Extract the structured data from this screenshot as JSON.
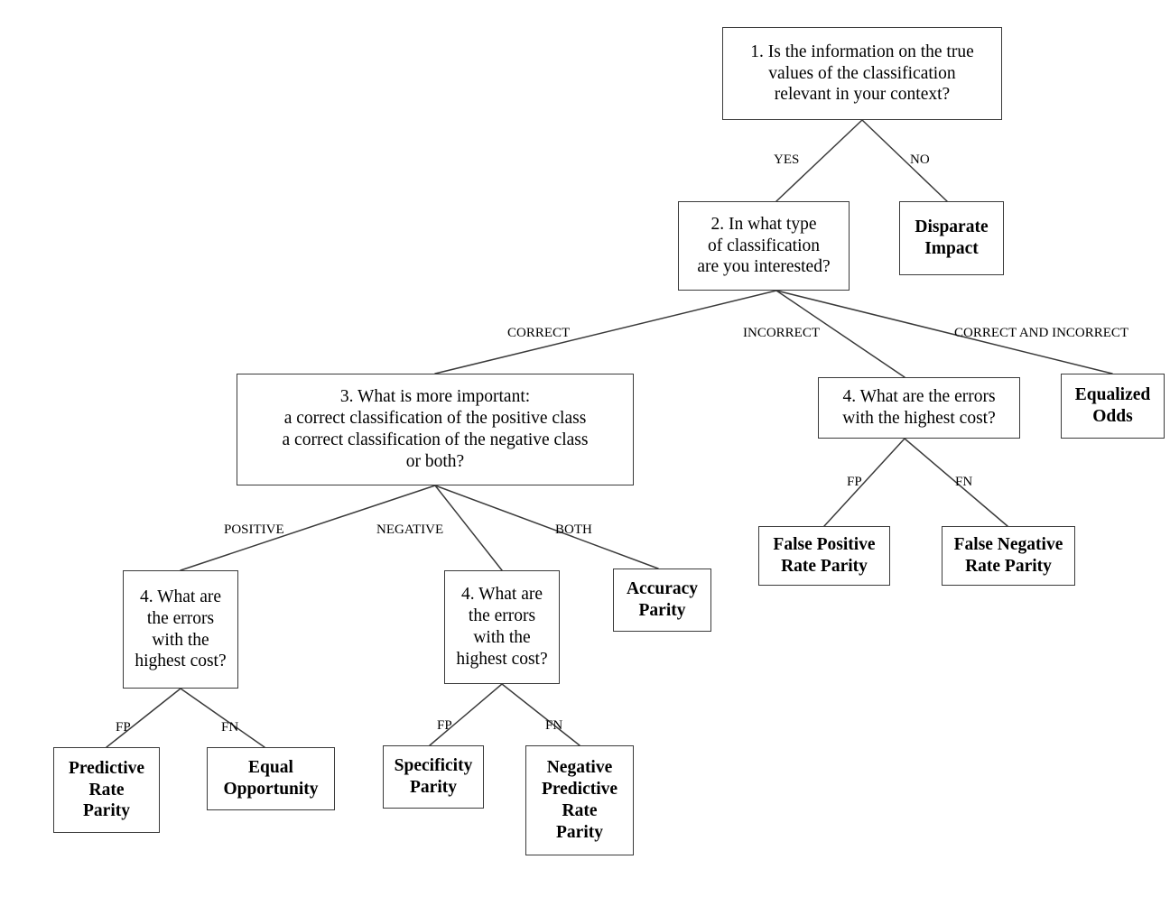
{
  "diagram": {
    "title": "Fairness metric selection decision tree",
    "stroke_color": "#3a3a3a",
    "background": "#ffffff",
    "nodes": [
      {
        "id": "q1",
        "kind": "question",
        "text": "1. Is the information on the true\nvalues of the classification\nrelevant in your context?"
      },
      {
        "id": "q2",
        "kind": "question",
        "text": "2. In what type\nof classification\nare you interested?"
      },
      {
        "id": "disparate_impact",
        "kind": "leaf",
        "text": "Disparate\nImpact"
      },
      {
        "id": "q3",
        "kind": "question",
        "text": "3. What is more important:\na correct classification of the positive class\na correct classification of the negative class\nor both?"
      },
      {
        "id": "q4_incorrect",
        "kind": "question",
        "text": "4. What are the errors\nwith the highest cost?"
      },
      {
        "id": "equalized_odds",
        "kind": "leaf",
        "text": "Equalized\nOdds"
      },
      {
        "id": "q4_positive",
        "kind": "question",
        "text": "4. What are\nthe errors\nwith the\nhighest cost?"
      },
      {
        "id": "q4_negative",
        "kind": "question",
        "text": "4. What are\nthe errors\nwith the\nhighest cost?"
      },
      {
        "id": "accuracy_parity",
        "kind": "leaf",
        "text": "Accuracy\nParity"
      },
      {
        "id": "false_positive_rate_parity",
        "kind": "leaf",
        "text": "False Positive\nRate Parity"
      },
      {
        "id": "false_negative_rate_parity",
        "kind": "leaf",
        "text": "False Negative\nRate Parity"
      },
      {
        "id": "predictive_rate_parity",
        "kind": "leaf",
        "text": "Predictive\nRate\nParity"
      },
      {
        "id": "equal_opportunity",
        "kind": "leaf",
        "text": "Equal\nOpportunity"
      },
      {
        "id": "specificity_parity",
        "kind": "leaf",
        "text": "Specificity\nParity"
      },
      {
        "id": "negative_predictive_rate_parity",
        "kind": "leaf",
        "text": "Negative\nPredictive\nRate\nParity"
      }
    ],
    "edges": [
      {
        "id": "e_q1_yes",
        "from": "q1",
        "to": "q2",
        "label": "YES"
      },
      {
        "id": "e_q1_no",
        "from": "q1",
        "to": "disparate_impact",
        "label": "NO"
      },
      {
        "id": "e_q2_correct",
        "from": "q2",
        "to": "q3",
        "label": "CORRECT"
      },
      {
        "id": "e_q2_incorrect",
        "from": "q2",
        "to": "q4_incorrect",
        "label": "INCORRECT"
      },
      {
        "id": "e_q2_both",
        "from": "q2",
        "to": "equalized_odds",
        "label": "CORRECT AND INCORRECT"
      },
      {
        "id": "e_q3_positive",
        "from": "q3",
        "to": "q4_positive",
        "label": "POSITIVE"
      },
      {
        "id": "e_q3_negative",
        "from": "q3",
        "to": "q4_negative",
        "label": "NEGATIVE"
      },
      {
        "id": "e_q3_both",
        "from": "q3",
        "to": "accuracy_parity",
        "label": "BOTH"
      },
      {
        "id": "e_q4i_fp",
        "from": "q4_incorrect",
        "to": "false_positive_rate_parity",
        "label": "FP"
      },
      {
        "id": "e_q4i_fn",
        "from": "q4_incorrect",
        "to": "false_negative_rate_parity",
        "label": "FN"
      },
      {
        "id": "e_q4p_fp",
        "from": "q4_positive",
        "to": "predictive_rate_parity",
        "label": "FP"
      },
      {
        "id": "e_q4p_fn",
        "from": "q4_positive",
        "to": "equal_opportunity",
        "label": "FN"
      },
      {
        "id": "e_q4n_fp",
        "from": "q4_negative",
        "to": "specificity_parity",
        "label": "FP"
      },
      {
        "id": "e_q4n_fn",
        "from": "q4_negative",
        "to": "negative_predictive_rate_parity",
        "label": "FN"
      }
    ]
  }
}
